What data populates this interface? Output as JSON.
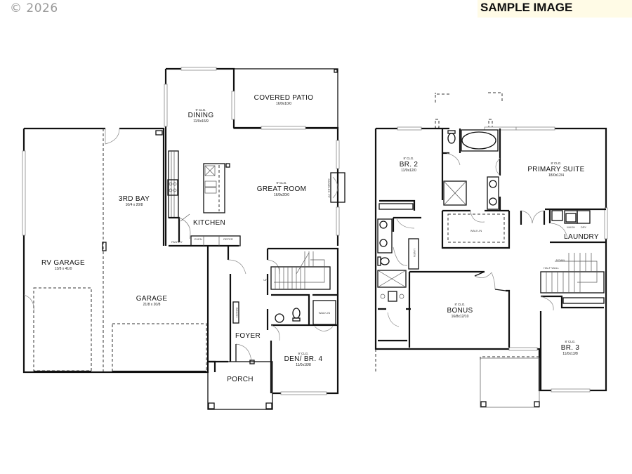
{
  "watermark": {
    "copyright": "© 2026",
    "sample_label": "SAMPLE IMAGE",
    "sample_bg": "#fffbe6"
  },
  "main_floor": {
    "rooms": [
      {
        "name": "COVERED PATIO",
        "dims": "16/9x10/0",
        "ceiling": ""
      },
      {
        "name": "DINING",
        "dims": "11/0x16/9",
        "ceiling": "9' CLG."
      },
      {
        "name": "GREAT ROOM",
        "dims": "16/9x20/0",
        "ceiling": "9' CLG."
      },
      {
        "name": "KITCHEN",
        "dims": "",
        "ceiling": ""
      },
      {
        "name": "3RD BAY",
        "dims": "10/4 x 20/8",
        "ceiling": ""
      },
      {
        "name": "RV GARAGE",
        "dims": "13/8 x 41/0",
        "ceiling": ""
      },
      {
        "name": "GARAGE",
        "dims": "21/8 x 20/8",
        "ceiling": ""
      },
      {
        "name": "FOYER",
        "dims": "",
        "ceiling": ""
      },
      {
        "name": "PORCH",
        "dims": "",
        "ceiling": ""
      },
      {
        "name": "DEN/ BR. 4",
        "dims": "11/0x10/8",
        "ceiling": "9' CLG."
      }
    ],
    "fixtures": {
      "pantry": "PANTRY",
      "oven": "OVEN",
      "refer": "REFER",
      "bench": "BENCH",
      "walk_in": "WALK-IN",
      "fireplace": "GAS/ELEC. FP",
      "up": "UP",
      "dw": "DW",
      "range": "RANGE"
    }
  },
  "upper_floor": {
    "rooms": [
      {
        "name": "BR. 2",
        "dims": "11/0x12/0",
        "ceiling": "8' CLG."
      },
      {
        "name": "PRIMARY SUITE",
        "dims": "18/0x12/4",
        "ceiling": "8' CLG."
      },
      {
        "name": "LAUNDRY",
        "dims": "",
        "ceiling": ""
      },
      {
        "name": "BONUS",
        "dims": "16/8x12/10",
        "ceiling": "8' CLG."
      },
      {
        "name": "BR. 3",
        "dims": "11/0x13/8",
        "ceiling": "8' CLG."
      }
    ],
    "fixtures": {
      "walk_in": "WALK-IN",
      "wash": "WASH",
      "dry": "DRY",
      "down": "DOWN",
      "half_wall": "HALF WALL",
      "linen": "LINEN",
      "bench": "BENCH"
    }
  }
}
